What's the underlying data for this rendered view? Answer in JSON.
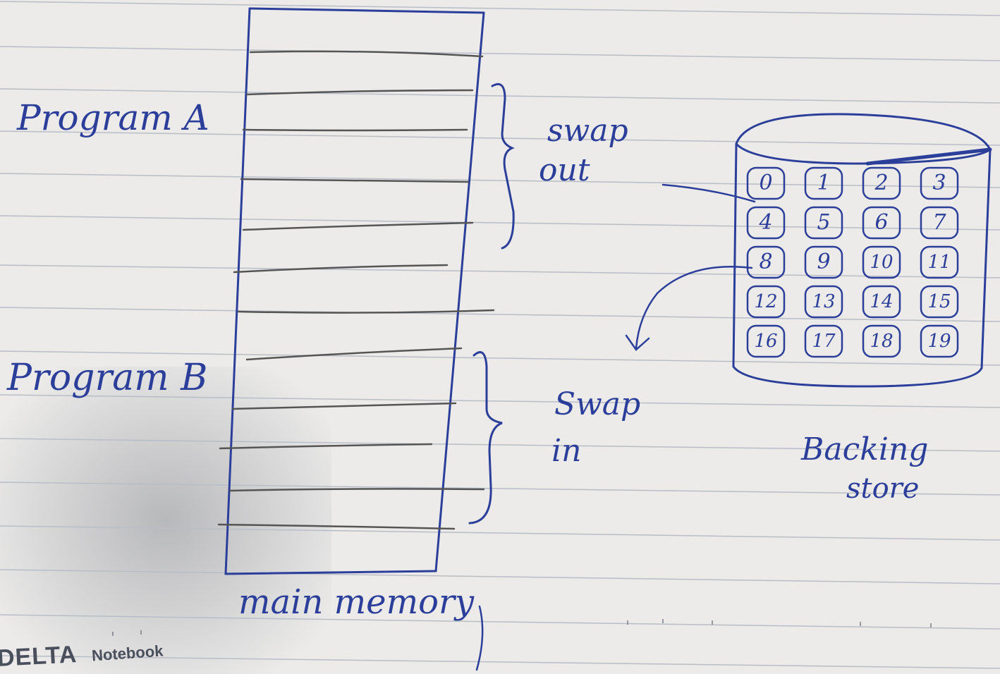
{
  "labels": {
    "program_a": "Program A",
    "program_b": "Program B",
    "swap_out": [
      "swap",
      "out"
    ],
    "swap_in": [
      "Swap",
      "in"
    ],
    "main_memory": "main memory",
    "backing_store": [
      "Backing",
      "store"
    ]
  },
  "backing_store_blocks": [
    "0",
    "1",
    "2",
    "3",
    "4",
    "5",
    "6",
    "7",
    "8",
    "9",
    "10",
    "11",
    "12",
    "13",
    "14",
    "15",
    "16",
    "17",
    "18",
    "19"
  ],
  "notebook_brand": {
    "name": "DELTA",
    "suffix": "Notebook"
  },
  "colors": {
    "ink": "#2b3f9a",
    "pencil": "#555555",
    "rule": "#b9bdc6",
    "paper": "#ecebea"
  }
}
